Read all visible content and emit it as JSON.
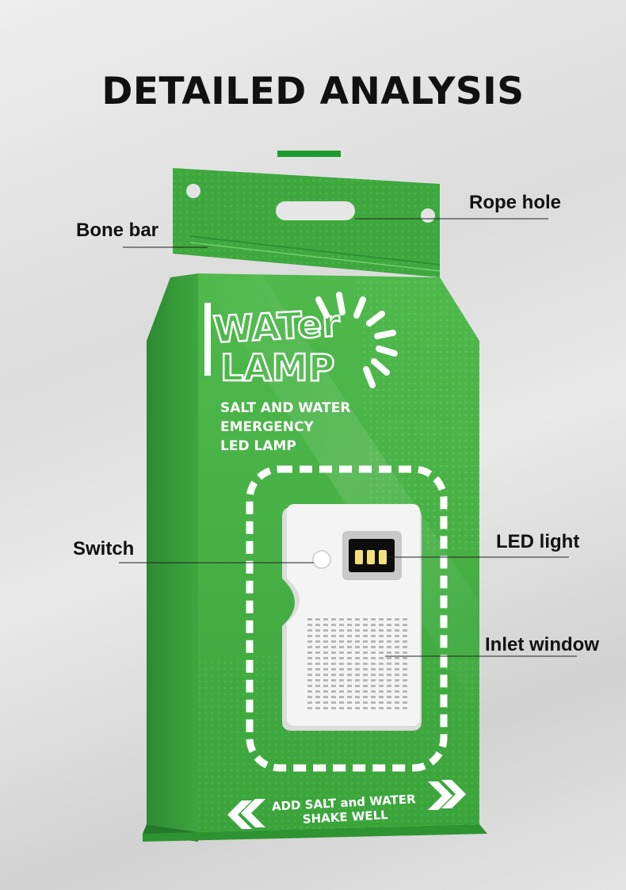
{
  "heading": "DETAILED ANALYSIS",
  "colors": {
    "accent": "#1e9b2e",
    "package_green": "#4cb64a",
    "package_dark": "#2f8f35",
    "package_light": "#74cc6c",
    "device_white": "#f2f2f2",
    "text_dark": "#111111"
  },
  "callouts": {
    "rope_hole": "Rope hole",
    "bone_bar": "Bone bar",
    "switch": "Switch",
    "led_light": "LED light",
    "inlet_window": "Inlet window"
  },
  "package": {
    "logo_word_1": "WATer",
    "logo_word_2": "LAMP",
    "subtitle_1": "SALT AND WATER",
    "subtitle_2": "EMERGENCY",
    "subtitle_3": "LED LAMP",
    "instruction_1": "ADD SALT and WATER",
    "instruction_2": "SHAKE WELL"
  },
  "icons": [
    "rope-hole-icon",
    "burst-icon",
    "chevron-left-icon",
    "chevron-right-icon",
    "led-icon",
    "switch-button-icon",
    "vent-grille-icon"
  ]
}
